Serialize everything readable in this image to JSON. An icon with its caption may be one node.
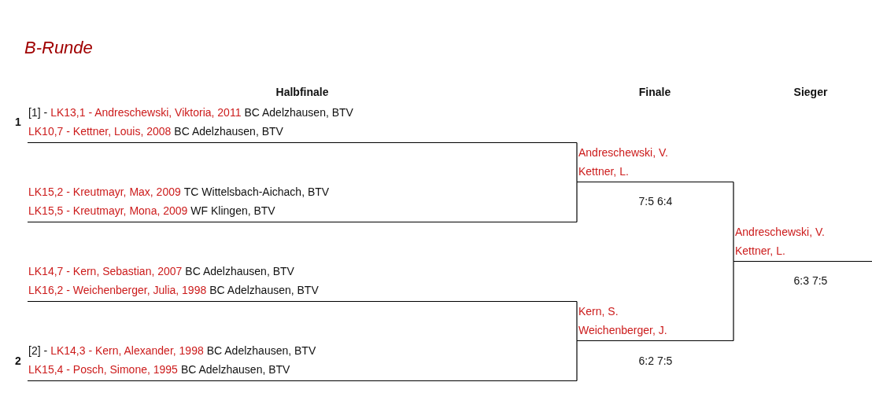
{
  "diagram": {
    "title": "B-Runde",
    "nodes": [
      {
        "text": [
          "[1] -",
          "LK13,1 - Andreschewski, Viktoria, 2011",
          "BC Adelzhausen, BTV",
          "LK10,7 - Kettner, Louis, 2008",
          "BC Adelzhausen, BTV"
        ],
        "beside": [
          "1"
        ]
      },
      {
        "text": [
          "LK15,2 - Kreutmayr, Max, 2009",
          "TC Wittelsbach-Aichach, BTV",
          "LK15,5 - Kreutmayr, Mona, 2009",
          "WF Klingen, BTV"
        ]
      },
      {
        "text": [
          "LK14,7 - Kern, Sebastian, 2007",
          "BC Adelzhausen, BTV",
          "LK16,2 - Weichenberger, Julia, 1998",
          "BC Adelzhausen, BTV"
        ]
      },
      {
        "text": [
          "[2] -",
          "LK14,3 - Kern, Alexander, 1998",
          "BC Adelzhausen, BTV",
          "LK15,4 - Posch, Simone, 1995",
          "BC Adelzhausen, BTV"
        ],
        "beside": [
          "2"
        ]
      },
      {
        "text": [
          "Andreschewski, V.",
          "Kettner, L."
        ],
        "beside": [
          "7:5 6:4"
        ]
      },
      {
        "text": [
          "Kern, S.",
          "Weichenberger, J."
        ],
        "beside": [
          "6:2 7:5"
        ]
      },
      {
        "text": [
          "Andreschewski, V.",
          "Kettner, L."
        ],
        "beside": [
          "6:3 7:5"
        ]
      }
    ],
    "edges": [
      {
        "from": 0,
        "to": 4,
        "arrow": "none"
      },
      {
        "from": 1,
        "to": 4,
        "arrow": "none"
      },
      {
        "from": 2,
        "to": 5,
        "arrow": "none"
      },
      {
        "from": 3,
        "to": 5,
        "arrow": "none"
      },
      {
        "from": 4,
        "to": 6,
        "arrow": "none"
      },
      {
        "from": 5,
        "to": 6,
        "arrow": "none"
      }
    ],
    "labels": [
      "Halbfinale",
      "Finale",
      "Sieger"
    ]
  }
}
